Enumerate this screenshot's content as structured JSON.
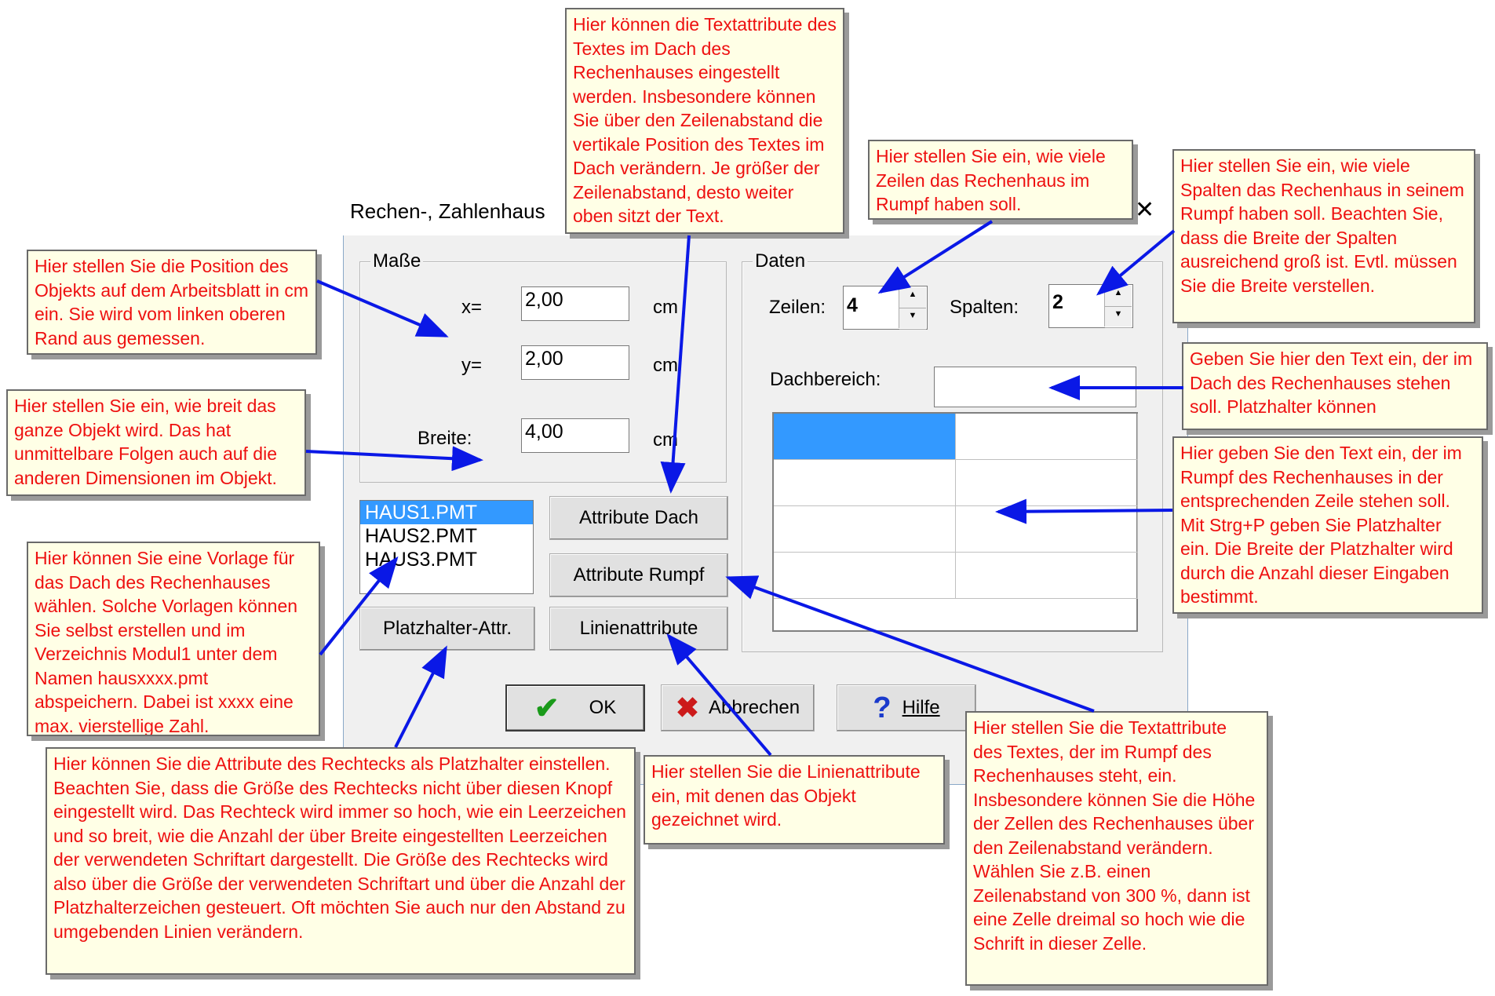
{
  "dialog": {
    "title": "Rechen-, Zahlenhaus",
    "close_symbol": "✕",
    "masse": {
      "legend": "Maße",
      "x_label": "x=",
      "x_value": "2,00",
      "x_unit": "cm",
      "y_label": "y=",
      "y_value": "2,00",
      "y_unit": "cm",
      "breite_label": "Breite:",
      "breite_value": "4,00",
      "breite_unit": "cm"
    },
    "templates": [
      "HAUS1.PMT",
      "HAUS2.PMT",
      "HAUS3.PMT"
    ],
    "buttons": {
      "attribute_dach": "Attribute Dach",
      "attribute_rumpf": "Attribute Rumpf",
      "platzhalter": "Platzhalter-Attr.",
      "linien": "Linienattribute",
      "ok": "OK",
      "abbrechen": "Abbrechen",
      "hilfe": "Hilfe"
    },
    "daten": {
      "legend": "Daten",
      "zeilen_label": "Zeilen:",
      "zeilen_value": "4",
      "spalten_label": "Spalten:",
      "spalten_value": "2",
      "dachbereich_label": "Dachbereich:",
      "dachbereich_value": ""
    },
    "icons": {
      "ok": "check-icon",
      "cancel": "cross-icon",
      "help": "question-icon"
    }
  },
  "notes": {
    "dach_attr": "Hier können die Textattribute des Textes im Dach des Rechenhauses eingestellt werden. Insbesondere können Sie über den Zeilenabstand die vertikale Position des Textes im Dach verändern. Je größer der Zeilenabstand, desto weiter oben sitzt der Text.",
    "zeilen": "Hier stellen Sie ein, wie viele Zeilen das Rechenhaus im Rumpf haben soll.",
    "spalten": "Hier stellen Sie ein, wie viele Spalten das Rechenhaus in seinem Rumpf haben soll. Beachten Sie, dass die Breite der Spalten ausreichend groß ist. Evtl. müssen Sie die Breite verstellen.",
    "position": "Hier stellen Sie die Position des Objekts auf dem Arbeitsblatt in cm ein. Sie wird vom linken oberen Rand aus gemessen.",
    "breite": "Hier stellen Sie ein, wie breit das ganze Objekt wird. Das hat unmittelbare Folgen auch auf die anderen Dimensionen im Objekt.",
    "dachtext": "Geben Sie hier den Text ein, der im Dach des Rechenhauses stehen soll. Platzhalter können",
    "rumpftext": "Hier geben Sie den Text ein, der im Rumpf des Rechenhauses in der entsprechenden Zeile stehen soll. Mit Strg+P geben Sie Platzhalter ein. Die Breite der Platzhalter wird durch die Anzahl dieser Eingaben bestimmt.",
    "vorlage": "Hier können Sie eine Vorlage für das Dach des Rechenhauses wählen. Solche Vorlagen können Sie selbst erstellen und im Verzeichnis Modul1 unter dem Namen hausxxxx.pmt abspeichern. Dabei ist xxxx eine max. vierstellige Zahl.",
    "platzhalter": "Hier können Sie die Attribute des Rechtecks als Platzhalter einstellen. Beachten Sie, dass die Größe des Rechtecks nicht über diesen Knopf eingestellt wird. Das Rechteck wird immer so hoch, wie ein Leerzeichen und so breit, wie die Anzahl der über Breite eingestellten Leerzeichen der verwendeten Schriftart dargestellt. Die Größe des Rechtecks wird also über die Größe der verwendeten Schriftart und über die Anzahl der Platzhalterzeichen gesteuert. Oft möchten Sie auch nur den Abstand zu umgebenden Linien verändern.",
    "linien": "Hier stellen Sie die Linienattribute ein, mit denen das Objekt gezeichnet wird.",
    "rumpf_attr": "Hier stellen Sie die Textattribute des Textes, der im Rumpf des Rechenhauses steht, ein. Insbesondere können Sie die Höhe der Zellen des Rechenhauses über den Zeilenabstand verändern. Wählen Sie z.B. einen Zeilenabstand von 300 %, dann ist eine Zelle dreimal so hoch wie die Schrift in dieser Zelle."
  },
  "colors": {
    "arrow": "#0a18e6",
    "note_text": "#ee1010",
    "note_bg": "#ffffe6",
    "selection": "#3399ff"
  }
}
